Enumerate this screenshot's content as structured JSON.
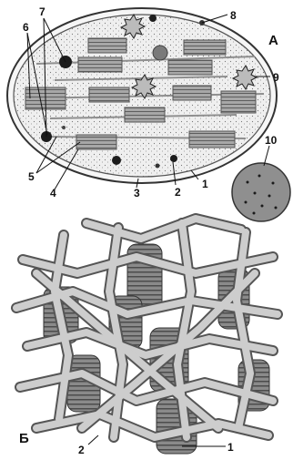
{
  "panels": {
    "a": "А",
    "b": "Б"
  },
  "labels_a": {
    "l1": "1",
    "l2": "2",
    "l3": "3",
    "l4": "4",
    "l5": "5",
    "l6": "6",
    "l7": "7",
    "l8": "8",
    "l9": "9",
    "l10": "10"
  },
  "labels_b": {
    "l1": "1",
    "l2": "2"
  },
  "colors": {
    "outline": "#3a3a3a",
    "stroma": "#ececec",
    "granum": "#9a9a9a",
    "granum_stripe": "#5c5c5c",
    "lamella": "#bdbdbd",
    "dark_body": "#1c1c1c",
    "panel_b_fill": "#c9c9c9",
    "panel_b_shade": "#6d6d6d"
  }
}
